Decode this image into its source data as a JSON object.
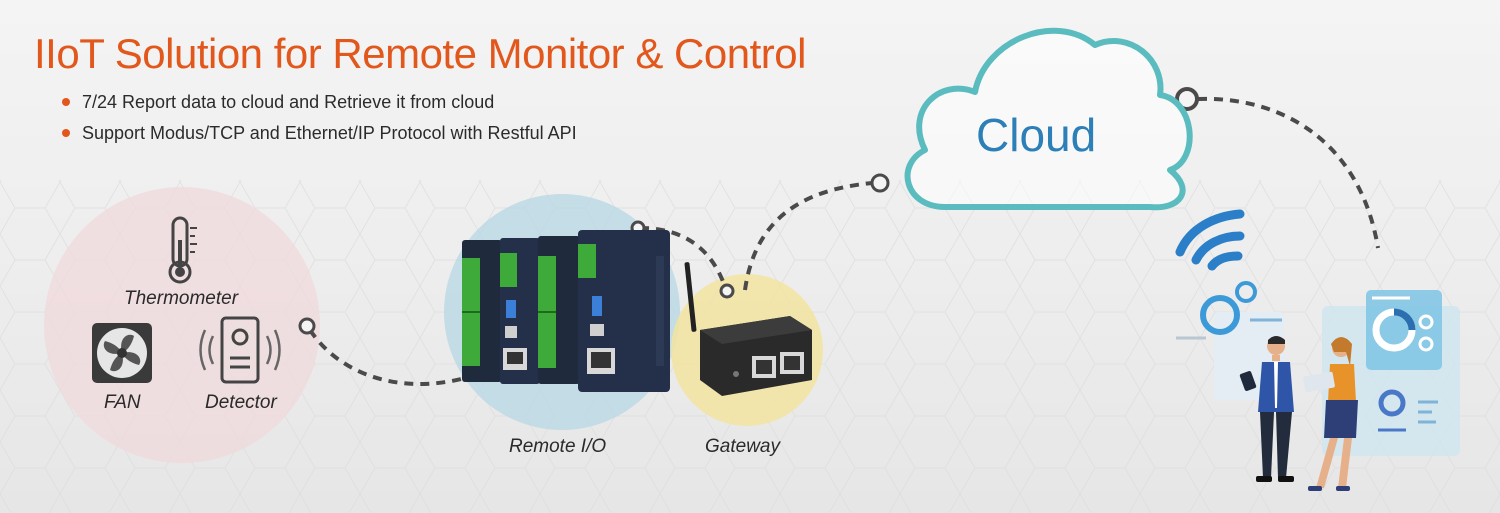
{
  "header": {
    "title": "IIoT Solution for Remote Monitor & Control",
    "bullets": [
      "7/24 Report data to cloud and Retrieve it from cloud",
      "Support Modus/TCP and Ethernet/IP Protocol with Restful API"
    ]
  },
  "devices": {
    "thermometer": "Thermometer",
    "fan": "FAN",
    "detector": "Detector",
    "remote_io": "Remote I/O",
    "gateway": "Gateway",
    "cloud": "Cloud"
  },
  "colors": {
    "accent": "#e2571c",
    "cloud_outline": "#5bbcc0",
    "cloud_text": "#2d7fb8",
    "sensor_zone": "#f0d9dc",
    "remote_io_zone": "#b9d8e4",
    "gateway_zone": "#f2e4a0",
    "terminal_green": "#3daa3a",
    "module_body": "#1f2a3d",
    "wifi_blue": "#2b7fc8"
  }
}
